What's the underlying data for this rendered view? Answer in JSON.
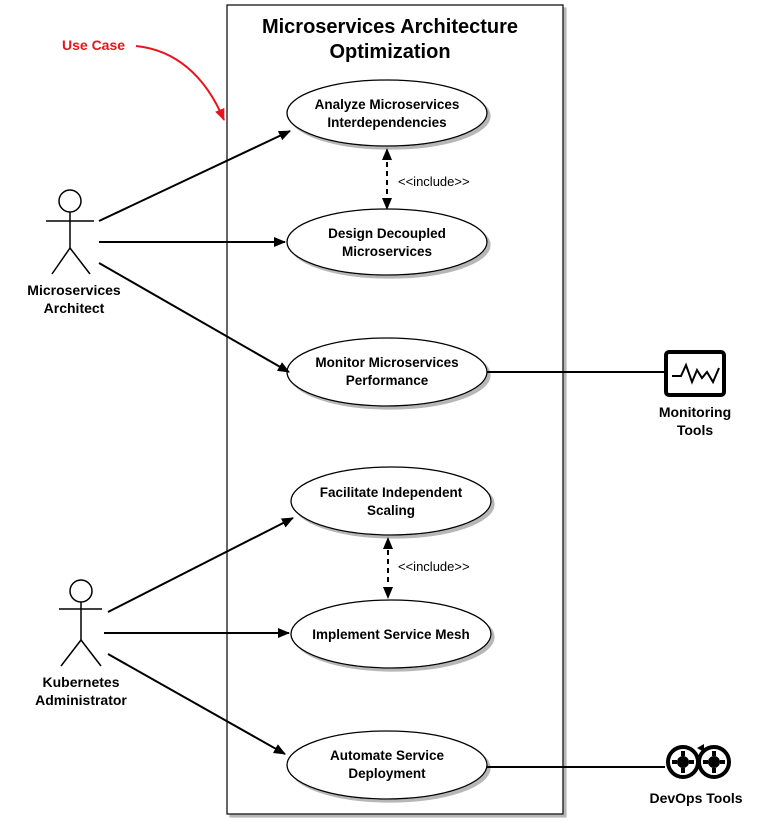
{
  "diagram": {
    "title": "Microservices Architecture Optimization",
    "note": {
      "text": "Use Case",
      "color": "#e8141b"
    },
    "include_label": "<<include>>",
    "actors": [
      {
        "id": "architect",
        "label": "Microservices Architect",
        "kind": "person"
      },
      {
        "id": "k8s-admin",
        "label": "Kubernetes Administrator",
        "kind": "person"
      },
      {
        "id": "monitoring",
        "label": "Monitoring Tools",
        "kind": "system",
        "icon": "monitor-chart-icon"
      },
      {
        "id": "devops",
        "label": "DevOps Tools",
        "kind": "system",
        "icon": "gears-cycle-icon"
      }
    ],
    "use_cases": [
      {
        "id": "analyze",
        "label": "Analyze Microservices Interdependencies"
      },
      {
        "id": "design",
        "label": "Design Decoupled Microservices"
      },
      {
        "id": "monitor",
        "label": "Monitor Microservices Performance"
      },
      {
        "id": "scaling",
        "label": "Facilitate Independent Scaling"
      },
      {
        "id": "mesh",
        "label": "Implement Service Mesh"
      },
      {
        "id": "deploy",
        "label": "Automate Service Deployment"
      }
    ],
    "relations": [
      {
        "from": "architect",
        "to": "analyze",
        "type": "association"
      },
      {
        "from": "architect",
        "to": "design",
        "type": "association"
      },
      {
        "from": "architect",
        "to": "monitor",
        "type": "association"
      },
      {
        "from": "analyze",
        "to": "design",
        "type": "include"
      },
      {
        "from": "monitor",
        "to": "monitoring",
        "type": "line"
      },
      {
        "from": "k8s-admin",
        "to": "scaling",
        "type": "association"
      },
      {
        "from": "k8s-admin",
        "to": "mesh",
        "type": "association"
      },
      {
        "from": "k8s-admin",
        "to": "deploy",
        "type": "association"
      },
      {
        "from": "scaling",
        "to": "mesh",
        "type": "include"
      },
      {
        "from": "deploy",
        "to": "devops",
        "type": "line"
      }
    ]
  }
}
